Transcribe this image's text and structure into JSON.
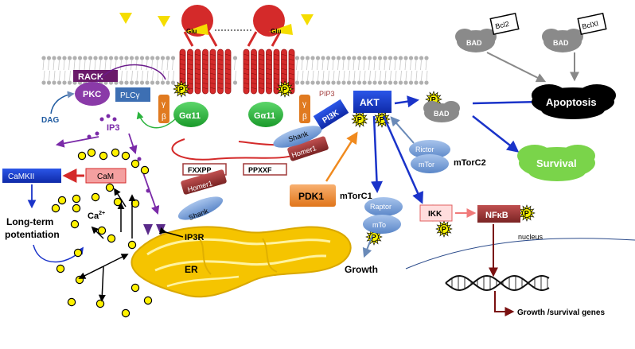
{
  "labels": {
    "rack": "RACK",
    "pkc": "PKC",
    "plc": "PLCγ",
    "dag": "DAG",
    "ip3": "IP3",
    "camkii": "CaMKII",
    "cam": "CaM",
    "ca": "Ca",
    "ca_sup": "2+",
    "ltp_line1": "Long-term",
    "ltp_line2": "potentiation",
    "ip3r": "IP3R",
    "er": "ER",
    "glu": "Glu",
    "gq": "Gα11",
    "gamma": "γ",
    "beta": "β",
    "p": "P",
    "fxxpp": "FXXPP",
    "ppxxf": "PPXXF",
    "homer1": "Homer1",
    "shank": "Shank",
    "pi3k": "PI3K",
    "pip3": "PIP3",
    "akt": "AKT",
    "pdk1": "PDK1",
    "mtorc1": "mTorC1",
    "mtorc2": "mTorC2",
    "raptor": "Raptor",
    "rictor": "Rictor",
    "mtor": "mTor",
    "mto_trunc": "mTo",
    "bad": "BAD",
    "bcl2": "Bcl2",
    "bclxl": "BclXl",
    "apoptosis": "Apoptosis",
    "survival": "Survival",
    "growth": "Growth",
    "ikk": "IKK",
    "nfkb": "NFκB",
    "nucleus": "nucleus",
    "genes": "Growth /survival genes"
  },
  "colors": {
    "receptor": "#d42a2a",
    "membrane": "#a9a9a9",
    "er": "#f5c400",
    "gq": "#2bb33d",
    "akt": "#1f3fd6",
    "arrow_blue": "#1a33c9",
    "arrow_purple": "#7a2aa8",
    "homer": "#a03a3a",
    "pdk1": "#f08a1e",
    "survival": "#7ad44a",
    "mtor": "#6fa0de",
    "calcium": "#fff200",
    "rack": "#6a1a6a",
    "pkc": "#8a3aa8",
    "plc": "#3d6fb3",
    "nfkb": "#a03a3a"
  }
}
